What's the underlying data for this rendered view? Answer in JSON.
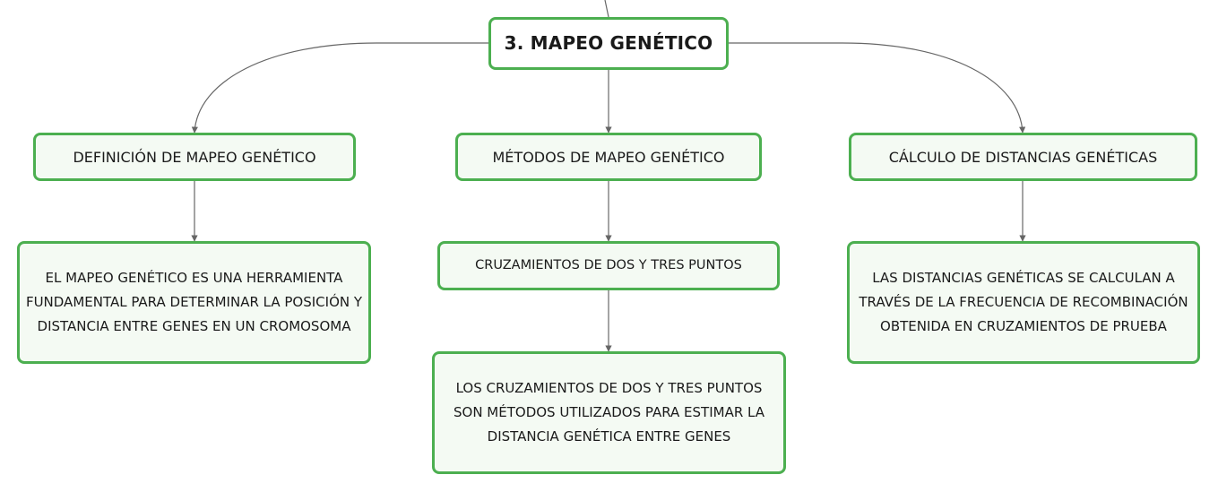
{
  "root": {
    "label": "3. MAPEO GENÉTICO"
  },
  "branches": [
    {
      "title": "DEFINICIÓN DE MAPEO GENÉTICO",
      "children": [
        {
          "text": "EL MAPEO GENÉTICO ES UNA HERRAMIENTA FUNDAMENTAL PARA DETERMINAR LA POSICIÓN Y DISTANCIA ENTRE GENES EN UN CROMOSOMA"
        }
      ]
    },
    {
      "title": "MÉTODOS DE MAPEO GENÉTICO",
      "children": [
        {
          "text": "CRUZAMIENTOS DE DOS Y TRES PUNTOS"
        },
        {
          "text": "LOS CRUZAMIENTOS DE DOS Y TRES PUNTOS SON MÉTODOS UTILIZADOS PARA ESTIMAR LA DISTANCIA GENÉTICA ENTRE GENES"
        }
      ]
    },
    {
      "title": "CÁLCULO DE DISTANCIAS GENÉTICAS",
      "children": [
        {
          "text": "LAS DISTANCIAS GENÉTICAS SE CALCULAN A TRAVÉS DE LA FRECUENCIA DE RECOMBINACIÓN OBTENIDA EN CRUZAMIENTOS DE PRUEBA"
        }
      ]
    }
  ],
  "colors": {
    "node_border": "#4caf50",
    "node_fill": "#f4faf3",
    "connector": "#666666"
  }
}
